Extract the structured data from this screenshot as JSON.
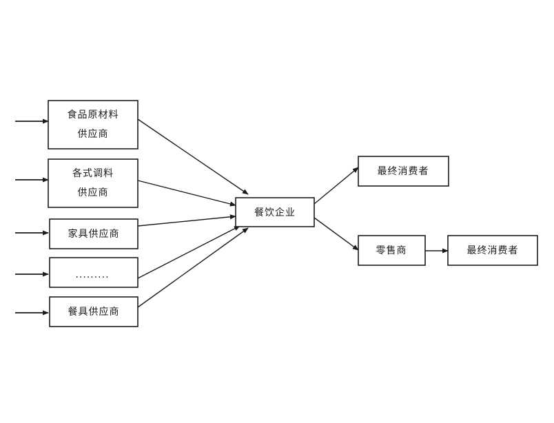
{
  "nodes": {
    "food_supplier": [
      "食品原材料",
      "供应商"
    ],
    "seasoning_supplier": [
      "各式调料",
      "供应商"
    ],
    "furniture_supplier": [
      "家具供应商"
    ],
    "other_supplier": [
      "........."
    ],
    "tableware_supplier": [
      "餐具供应商"
    ],
    "catering": [
      "餐饮企业"
    ],
    "consumer_1": [
      "最终消费者"
    ],
    "retailer": [
      "零售商"
    ],
    "consumer_2": [
      "最终消费者"
    ]
  },
  "edges": [
    {
      "from": "food_supplier",
      "to": "catering"
    },
    {
      "from": "seasoning_supplier",
      "to": "catering"
    },
    {
      "from": "furniture_supplier",
      "to": "catering"
    },
    {
      "from": "other_supplier",
      "to": "catering"
    },
    {
      "from": "tableware_supplier",
      "to": "catering"
    },
    {
      "from": "catering",
      "to": "consumer_1"
    },
    {
      "from": "catering",
      "to": "retailer"
    },
    {
      "from": "retailer",
      "to": "consumer_2"
    }
  ]
}
